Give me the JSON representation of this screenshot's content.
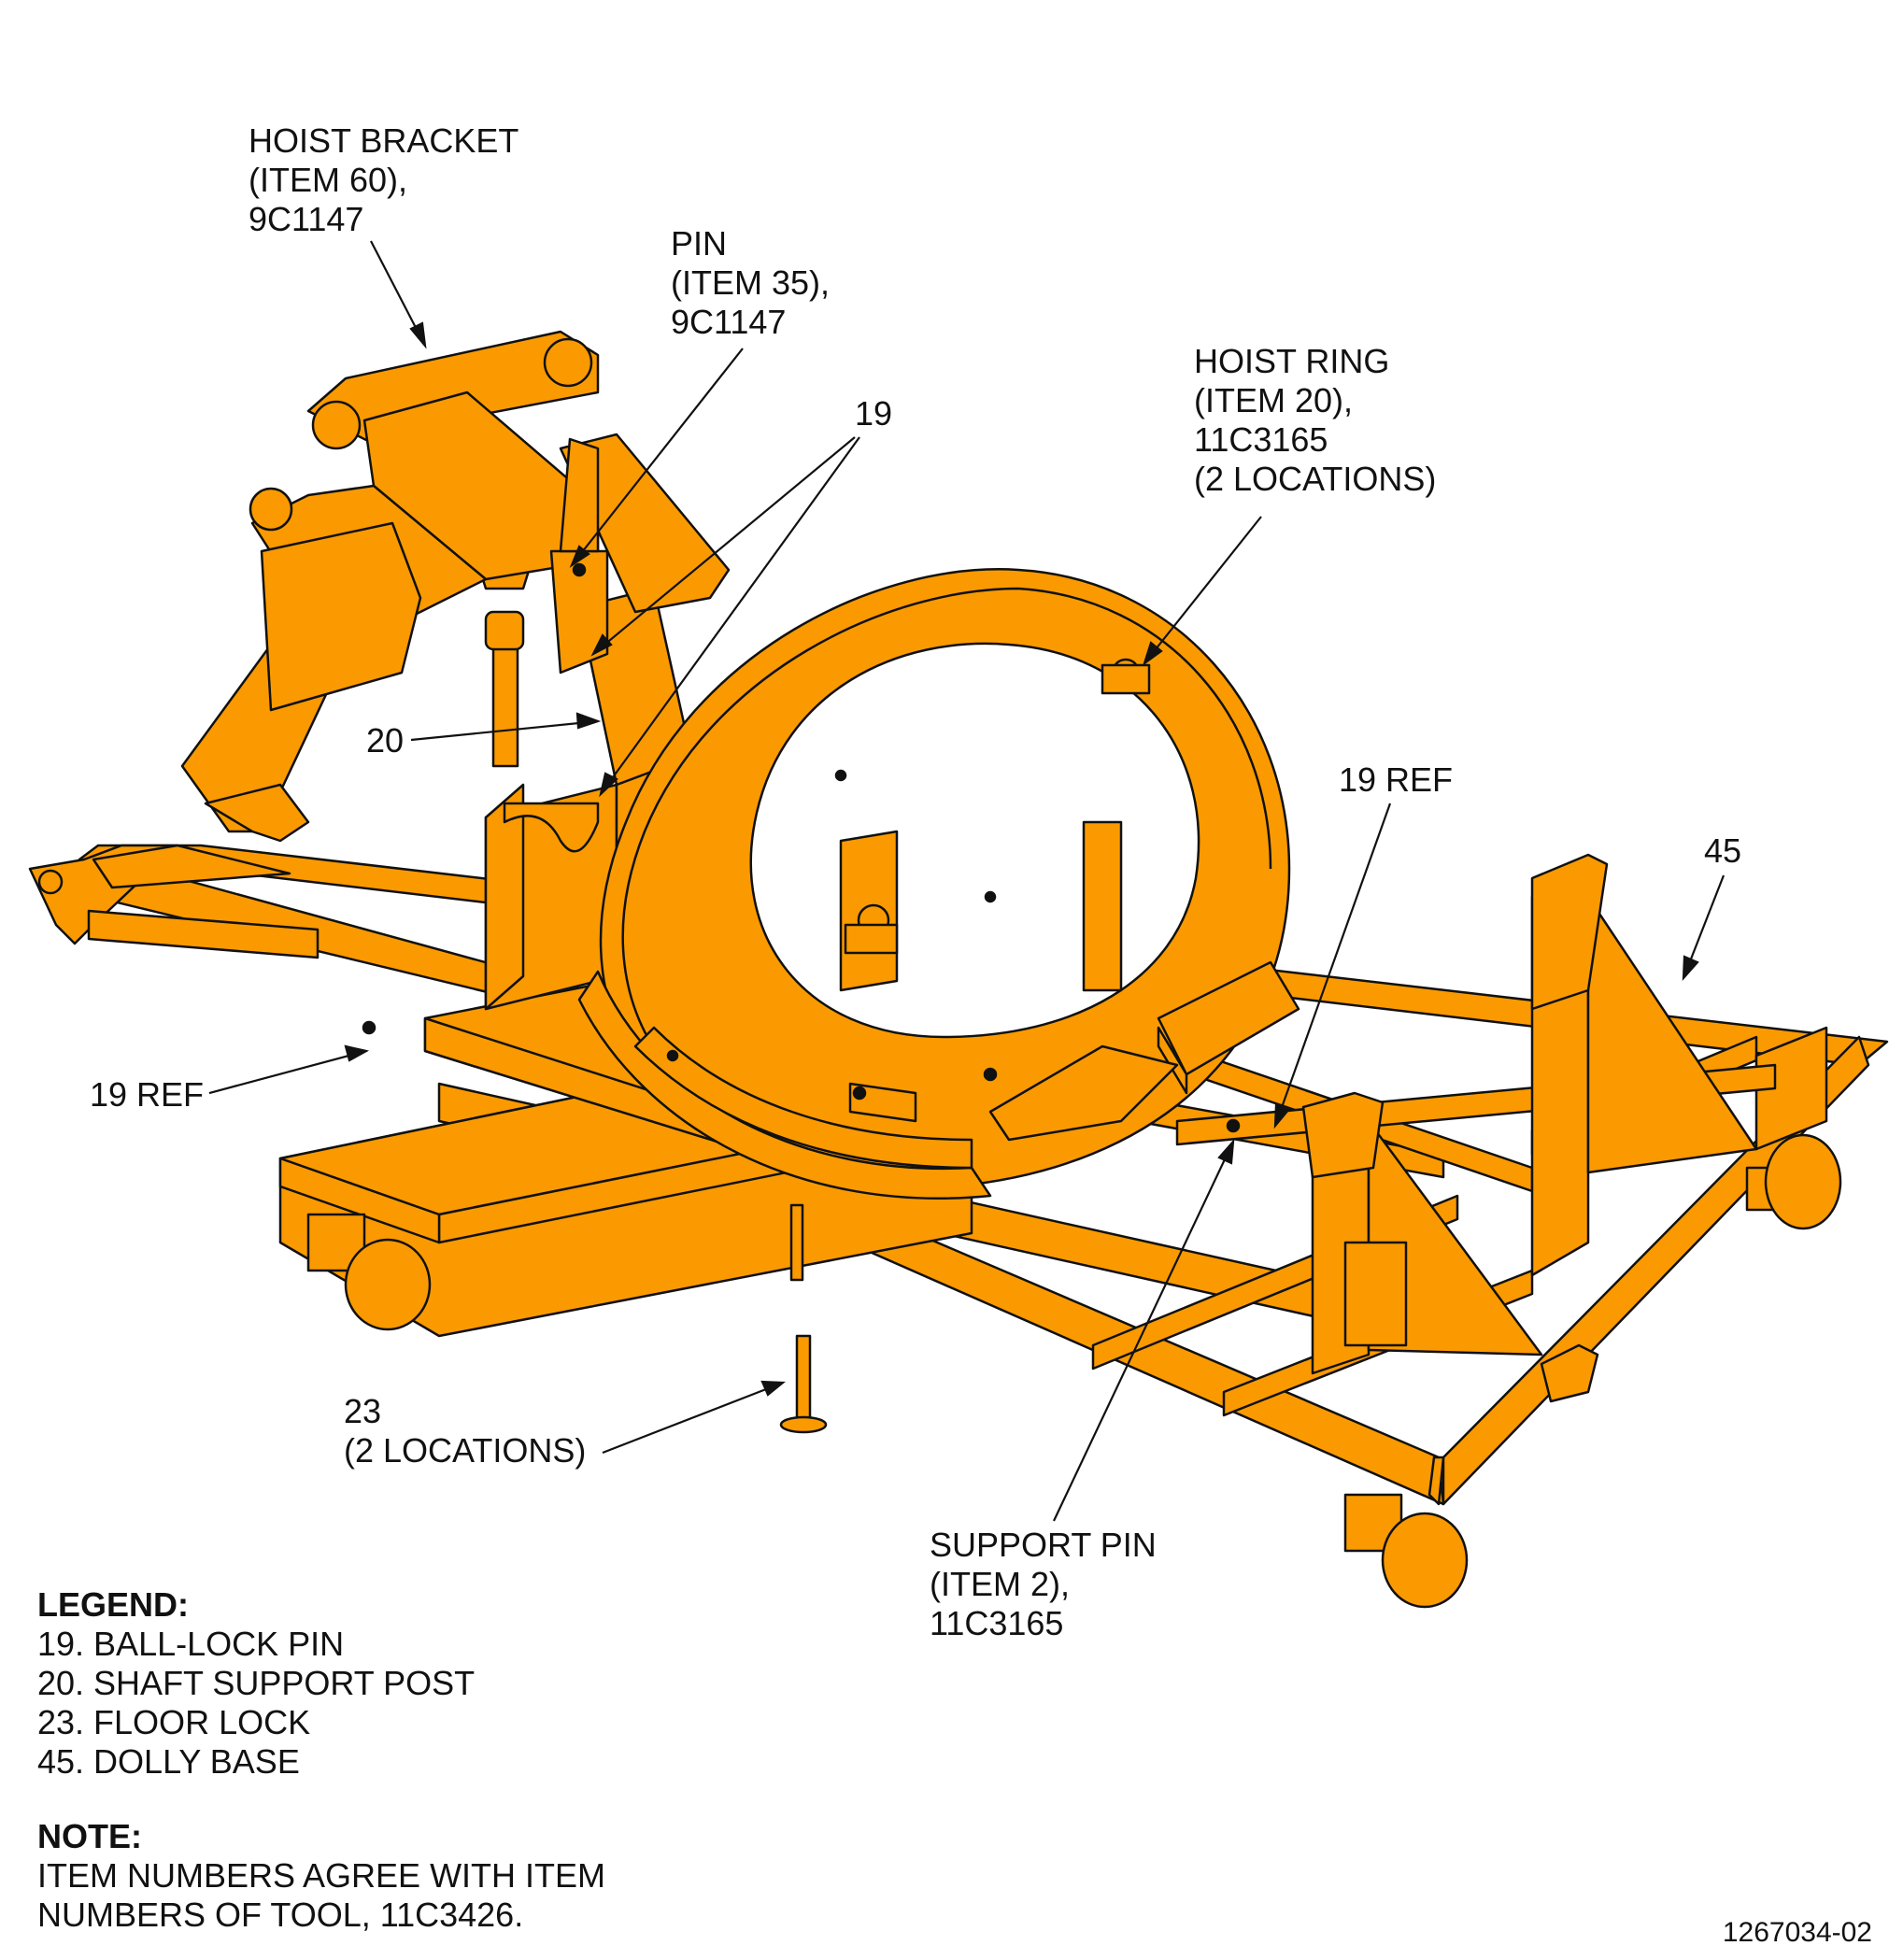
{
  "callouts": {
    "hoist_bracket": [
      "HOIST BRACKET",
      "(ITEM 60),",
      "9C1147"
    ],
    "pin": [
      "PIN",
      "(ITEM 35),",
      "9C1147"
    ],
    "item19": "19",
    "hoist_ring": [
      "HOIST RING",
      "(ITEM 20),",
      "11C3165",
      "(2 LOCATIONS)"
    ],
    "item20": "20",
    "ref19_right": "19 REF",
    "item45": "45",
    "ref19_left": "19 REF",
    "item23": [
      "23",
      "(2 LOCATIONS)"
    ],
    "support_pin": [
      "SUPPORT PIN",
      "(ITEM 2),",
      "11C3165"
    ]
  },
  "legend": {
    "title": "LEGEND:",
    "items": [
      "19. BALL-LOCK PIN",
      "20. SHAFT SUPPORT POST",
      "23. FLOOR LOCK",
      "45. DOLLY BASE"
    ]
  },
  "note": {
    "title": "NOTE:",
    "lines": [
      "ITEM NUMBERS AGREE WITH ITEM",
      "NUMBERS OF TOOL, 11C3426."
    ]
  },
  "drawing_number": "1267034-02",
  "colors": {
    "part_fill": "#FA9A00",
    "outline": "#111111"
  }
}
